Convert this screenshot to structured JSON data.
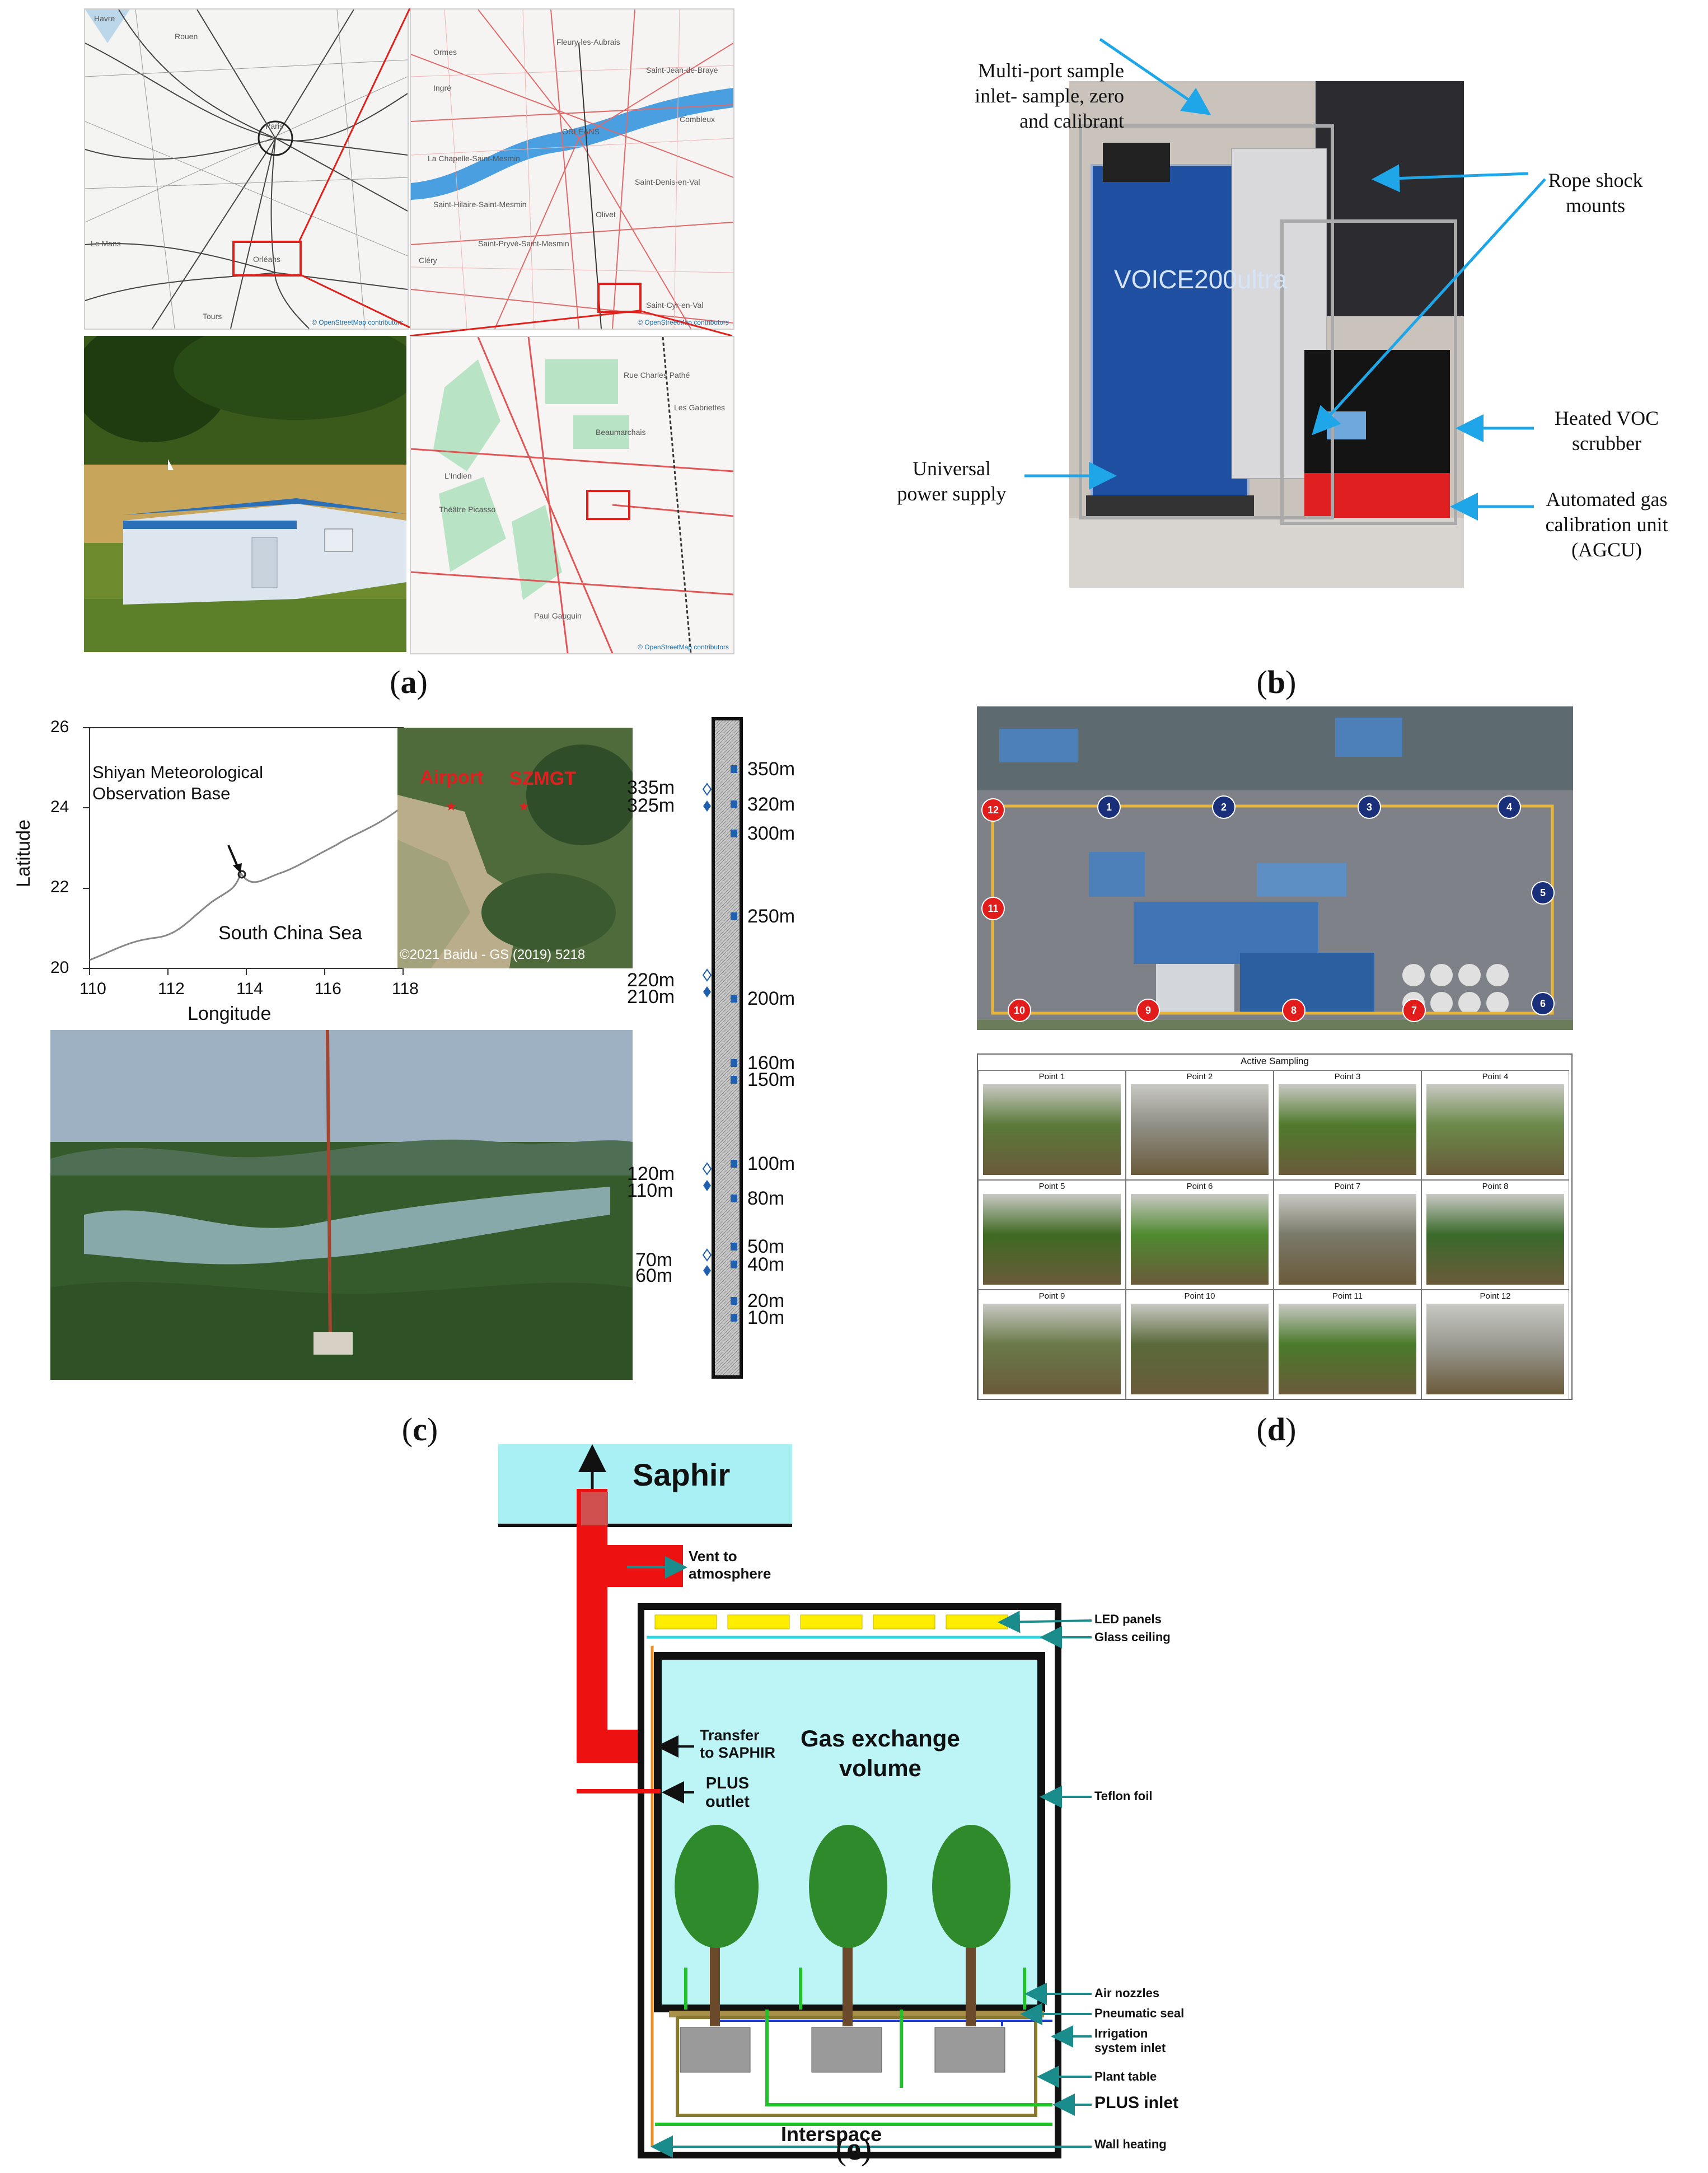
{
  "panel_labels": {
    "a": "a",
    "b": "b",
    "c": "c",
    "d": "d",
    "e": "e"
  },
  "panel_a": {
    "map1_places": [
      "Havre",
      "Rouen",
      "Paris",
      "Le Mans",
      "Orléans",
      "Tours"
    ],
    "map2_places": [
      "Ormes",
      "Fleury-les-Aubrais",
      "Saint-Jean-de-Braye",
      "Ingré",
      "ORLÉANS",
      "Combleux",
      "La Chapelle-Saint-Mesmin",
      "Saint-Denis-en-Val",
      "Saint-Hilaire-Saint-Mesmin",
      "Olivet",
      "Saint-Pryvé-Saint-Mesmin",
      "Saint-Cyr-en-Val",
      "Cléry"
    ],
    "map3_places": [
      "Beaumarchais",
      "Rue Charles Pathé",
      "Les Gabriettes",
      "L'Indien",
      "Théâtre Picasso",
      "Paul Gauguin"
    ],
    "credit": "© OpenStreetMap contributors"
  },
  "panel_b": {
    "instrument_label": "VOICE200ultra",
    "callouts": {
      "inlet": [
        "Multi-port sample",
        "inlet- sample, zero",
        "and calibrant"
      ],
      "rope": [
        "Rope shock",
        "mounts"
      ],
      "heated": [
        "Heated VOC",
        "scrubber"
      ],
      "ups": [
        "Universal",
        "power supply"
      ],
      "agcu": [
        "Automated gas",
        "calibration unit",
        "(AGCU)"
      ]
    }
  },
  "panel_c": {
    "map": {
      "site_label_1": "Shiyan Meteorological",
      "site_label_2": "Observation Base",
      "sea_label": "South China Sea",
      "xlabel": "Longitude",
      "ylabel": "Latitude",
      "xticks": [
        "110",
        "112",
        "114",
        "116",
        "118"
      ],
      "yticks": [
        "20",
        "22",
        "24",
        "26"
      ]
    },
    "sat": {
      "airport": "Airport",
      "szmgt": "SZMGT",
      "credit": "©2021 Baidu - GS (2019) 5218"
    },
    "tower_left_heights": [
      "335m",
      "325m",
      "220m",
      "210m",
      "120m",
      "110m",
      "70m",
      "60m"
    ],
    "tower_right_heights": [
      "350m",
      "320m",
      "300m",
      "250m",
      "200m",
      "160m",
      "150m",
      "100m",
      "80m",
      "50m",
      "40m",
      "20m",
      "10m"
    ]
  },
  "panel_d": {
    "table_title": "Active Sampling",
    "points": [
      "Point 1",
      "Point 2",
      "Point 3",
      "Point 4",
      "Point 5",
      "Point 6",
      "Point 7",
      "Point 8",
      "Point 9",
      "Point 10",
      "Point 11",
      "Point 12"
    ],
    "blue_markers": [
      "1",
      "2",
      "3",
      "4",
      "5",
      "6"
    ],
    "red_markers": [
      "7",
      "8",
      "9",
      "10",
      "11",
      "12"
    ]
  },
  "panel_e": {
    "saphir": "Saphir",
    "vent": [
      "Vent to",
      "atmosphere"
    ],
    "transfer": [
      "Transfer",
      "to SAPHIR"
    ],
    "plus_outlet": [
      "PLUS",
      "outlet"
    ],
    "gas_exchange": [
      "Gas exchange",
      "volume"
    ],
    "interspace": "Interspace",
    "right_labels": [
      "LED panels",
      "Glass ceiling",
      "Teflon foil",
      "Air nozzles",
      "Pneumatic seal",
      "Irrigation",
      "system inlet",
      "Plant table",
      "PLUS inlet",
      "Wall heating"
    ]
  }
}
